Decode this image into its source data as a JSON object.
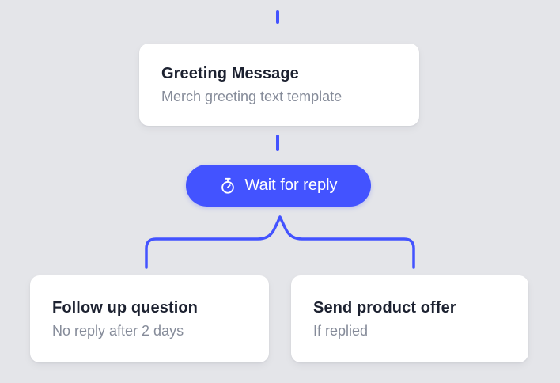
{
  "canvas": {
    "bg": "#e4e5e9",
    "accent": "#4353ff",
    "card_bg": "#ffffff",
    "title_color": "#1c2130",
    "muted_color": "#858b99"
  },
  "nodes": {
    "greeting": {
      "title": "Greeting Message",
      "subtitle": "Merch greeting text template"
    },
    "wait": {
      "label": "Wait for reply",
      "icon": "stopwatch-icon"
    },
    "follow_up": {
      "title": "Follow up question",
      "subtitle": "No reply after 2 days"
    },
    "offer": {
      "title": "Send product offer",
      "subtitle": "If replied"
    }
  }
}
